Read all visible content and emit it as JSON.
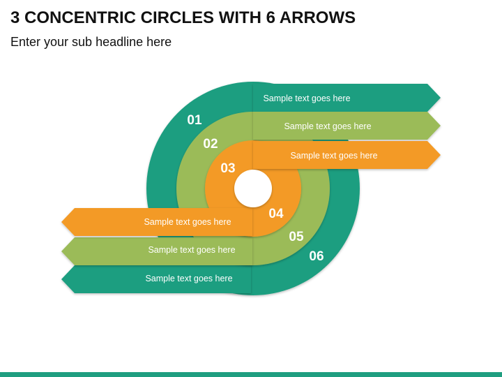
{
  "title": "3 CONCENTRIC CIRCLES WITH 6 ARROWS",
  "subtitle": "Enter your sub headline here",
  "colors": {
    "teal": "#1f9e80",
    "green": "#9bbb59",
    "orange": "#f39a25",
    "bottom_bar": "#1f9e80"
  },
  "arrows": [
    {
      "number": "01",
      "text": "Sample text goes here"
    },
    {
      "number": "02",
      "text": "Sample text goes here"
    },
    {
      "number": "03",
      "text": "Sample text goes here"
    },
    {
      "number": "04",
      "text": "Sample text goes here"
    },
    {
      "number": "05",
      "text": "Sample text goes here"
    },
    {
      "number": "06",
      "text": "Sample text goes here"
    }
  ]
}
